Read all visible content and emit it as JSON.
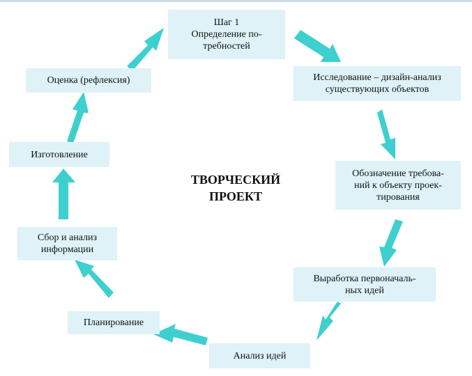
{
  "diagram": {
    "center_title": "ТВОРЧЕСКИЙ\nПРОЕКТ",
    "arrow_color": "#3ecfcf",
    "box_color": "#def2f7",
    "steps": [
      {
        "text": "Шаг 1\nОпределение по-\nтребностей"
      },
      {
        "text": "Исследование – дизайн-анализ\nсуществующих объектов"
      },
      {
        "text": "Обозначение требова-\nний к объекту проек-\nтирования"
      },
      {
        "text": "Выработка первоначаль-\nных идей"
      },
      {
        "text": "Анализ идей"
      },
      {
        "text": "Планирование"
      },
      {
        "text": "Сбор и анализ\nинформации"
      },
      {
        "text": "Изготовление"
      },
      {
        "text": "Оценка (рефлексия)"
      }
    ]
  }
}
